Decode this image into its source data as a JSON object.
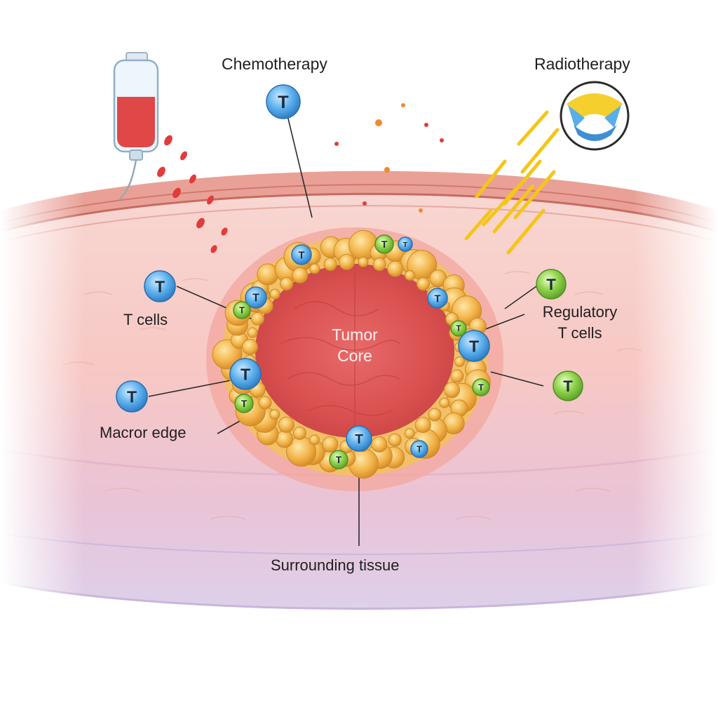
{
  "labels": {
    "chemotherapy": "Chemotherapy",
    "radiotherapy": "Radiotherapy",
    "t_cells": "T cells",
    "regulatory_line1": "Regulatory",
    "regulatory_line2": "T cells",
    "macror_edge": "Macror edge",
    "tumor_core_line1": "Tumor",
    "tumor_core_line2": "Core",
    "surrounding_tissue": "Surrounding tissue"
  },
  "cell_letter": "T",
  "colors": {
    "t_cell": "#4aa3e6",
    "regulatory_t_cell": "#7cc43a",
    "tumor_core": "#e05a5a",
    "tumor_cells": "#f0b44a",
    "tissue_pink": "#f6c9c4",
    "tissue_lavender": "#dccbe6",
    "radiation": "#f5c518",
    "chemo_drops": "#e23b3b"
  },
  "icons": {
    "iv_bag": "iv-bag-icon",
    "radiation_source": "radiation-source-icon"
  }
}
